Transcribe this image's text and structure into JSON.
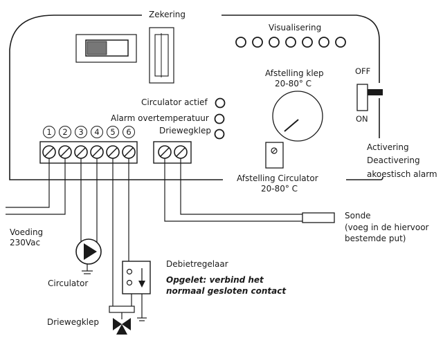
{
  "labels": {
    "zekering": "Zekering",
    "visualisering": "Visualisering",
    "afstelling_klep_1": "Afstelling klep",
    "afstelling_klep_2": "20-80° C",
    "switch_off": "OFF",
    "switch_on": "ON",
    "circulator_actief": "Circulator actief",
    "alarm_overtemperatuur": "Alarm overtemperatuur",
    "driewegklep_led": "Driewegklep",
    "activering": "Activering",
    "deactivering": "Deactivering",
    "akoestisch_alarm": "akoestisch alarm",
    "afstelling_circ_1": "Afstelling Circulator",
    "afstelling_circ_2": "20-80° C",
    "voeding_1": "Voeding",
    "voeding_2": "230Vac",
    "circulator": "Circulator",
    "driewegklep": "Driewegklep",
    "debietregelaar": "Debietregelaar",
    "opgelet_1": "Opgelet: verbind het",
    "opgelet_2": "normaal gesloten contact",
    "sonde": "Sonde",
    "sonde_note_1": "(voeg in de hiervoor",
    "sonde_note_2": "bestemde put)"
  },
  "terminals": [
    "1",
    "2",
    "3",
    "4",
    "5",
    "6"
  ]
}
